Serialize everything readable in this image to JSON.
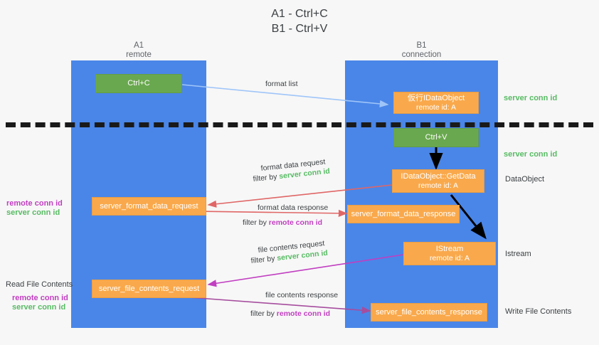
{
  "title": "A1 - Ctrl+C\nB1 - Ctrl+V",
  "lanes": [
    {
      "name": "A1",
      "sub": "remote",
      "header": "A1\nremote"
    },
    {
      "name": "B1",
      "sub": "connection",
      "header": "B1\nconnection"
    }
  ],
  "nodes": {
    "ctrl_c": {
      "label": "Ctrl+C"
    },
    "ctrl_v": {
      "label": "Ctrl+V"
    },
    "idataobject_create": {
      "line1": "仮行IDataObject",
      "line2": "remote id: A"
    },
    "idataobject_getdata": {
      "line1": "IDataObject::GetData",
      "line2": "remote id: A"
    },
    "istream": {
      "line1": "IStream",
      "line2": "remote id: A"
    },
    "server_format_data_request": {
      "label": "server_format_data_request"
    },
    "server_format_data_response": {
      "label": "server_format_data_response"
    },
    "server_file_contents_request": {
      "label": "server_file_contents_request"
    },
    "server_file_contents_response": {
      "label": "server_file_contents_response"
    }
  },
  "edges": {
    "format_list": {
      "label": "format list"
    },
    "format_data_request": {
      "label": "format data request",
      "filter_prefix": "filter by ",
      "filter_key": "server conn id"
    },
    "format_data_response": {
      "label": "format data response",
      "filter_prefix": "filter by ",
      "filter_key": "remote conn id"
    },
    "file_contents_request": {
      "label": "file contents request",
      "filter_prefix": "filter by ",
      "filter_key": "server conn id"
    },
    "file_contents_response": {
      "label": "file contents response",
      "filter_prefix": "filter by ",
      "filter_key": "remote conn id"
    }
  },
  "right_notes": {
    "server_conn_id_top": "server conn id",
    "server_conn_id_mid": "server conn id",
    "dataobject": "DataObject",
    "istream": "Istream",
    "write_file_contents": "Write File Contents"
  },
  "left_notes": {
    "remote_conn_id_1": "remote conn id",
    "server_conn_id_1": "server conn id",
    "read_file_contents": "Read File Contents",
    "remote_conn_id_2": "remote conn id",
    "server_conn_id_2": "server conn id"
  },
  "colors": {
    "lane": "#4a86e8",
    "green_node": "#6aa84f",
    "orange_node": "#f9a94c",
    "server_conn_id": "#57bb63",
    "remote_conn_id": "#c13ec1",
    "background": "#f7f7f7",
    "arrow_blue": "#9fc5f8",
    "arrow_red": "#e06666",
    "arrow_magenta": "#c13ec1",
    "arrow_purple": "#a64d9e",
    "arrow_black": "#000000",
    "divider": "#1a1a1a"
  }
}
